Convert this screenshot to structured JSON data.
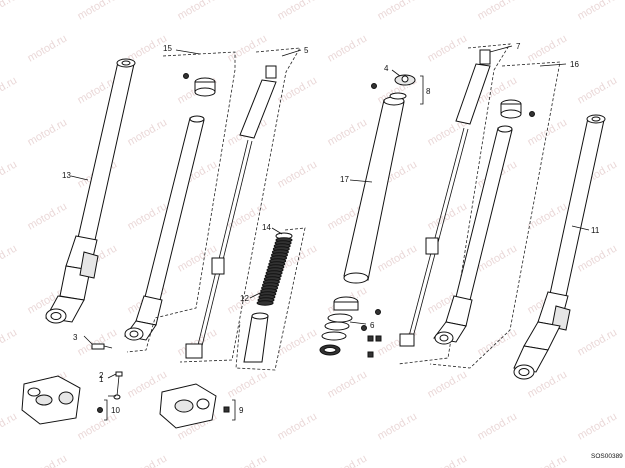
{
  "watermark": "motod.ru",
  "drawing_code": "SOS00389",
  "callouts": {
    "c1": "1",
    "c2": "2",
    "c3": "3",
    "c4": "4",
    "c5": "5",
    "c6": "6",
    "c7": "7",
    "c8": "8",
    "c9": "9",
    "c10": "10",
    "c11": "11",
    "c12": "12",
    "c13": "13",
    "c14": "14",
    "c15": "15",
    "c16": "16",
    "c17": "17"
  },
  "colors": {
    "line": "#111111",
    "watermark": "#d9b8b8",
    "background": "#ffffff"
  }
}
